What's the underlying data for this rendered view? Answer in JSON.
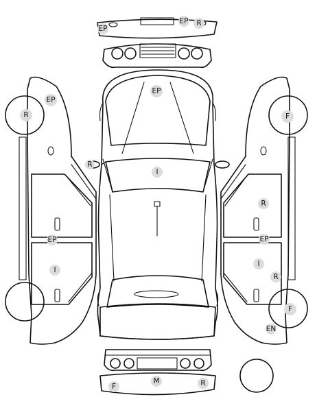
{
  "markers": {
    "rear_bumper_ep_left": "EP",
    "rear_bumper_ep_right": "EP",
    "rear_bumper_r": "R",
    "roof_ep": "EP",
    "windshield_i": "I",
    "left_mirror_r": "R",
    "left_rear_wheel_r": "R",
    "left_rear_panel_ep": "EP",
    "left_sill_ep": "EP",
    "left_front_door_i": "I",
    "right_rear_wheel_f": "F",
    "right_rear_door_r": "R",
    "right_sill_ep": "EP",
    "right_front_door_i": "I",
    "right_front_door_r": "R",
    "right_front_wheel_f": "F",
    "right_front_en": "EN",
    "front_bumper_f": "F",
    "front_bumper_m": "M",
    "front_bumper_r": "R"
  }
}
